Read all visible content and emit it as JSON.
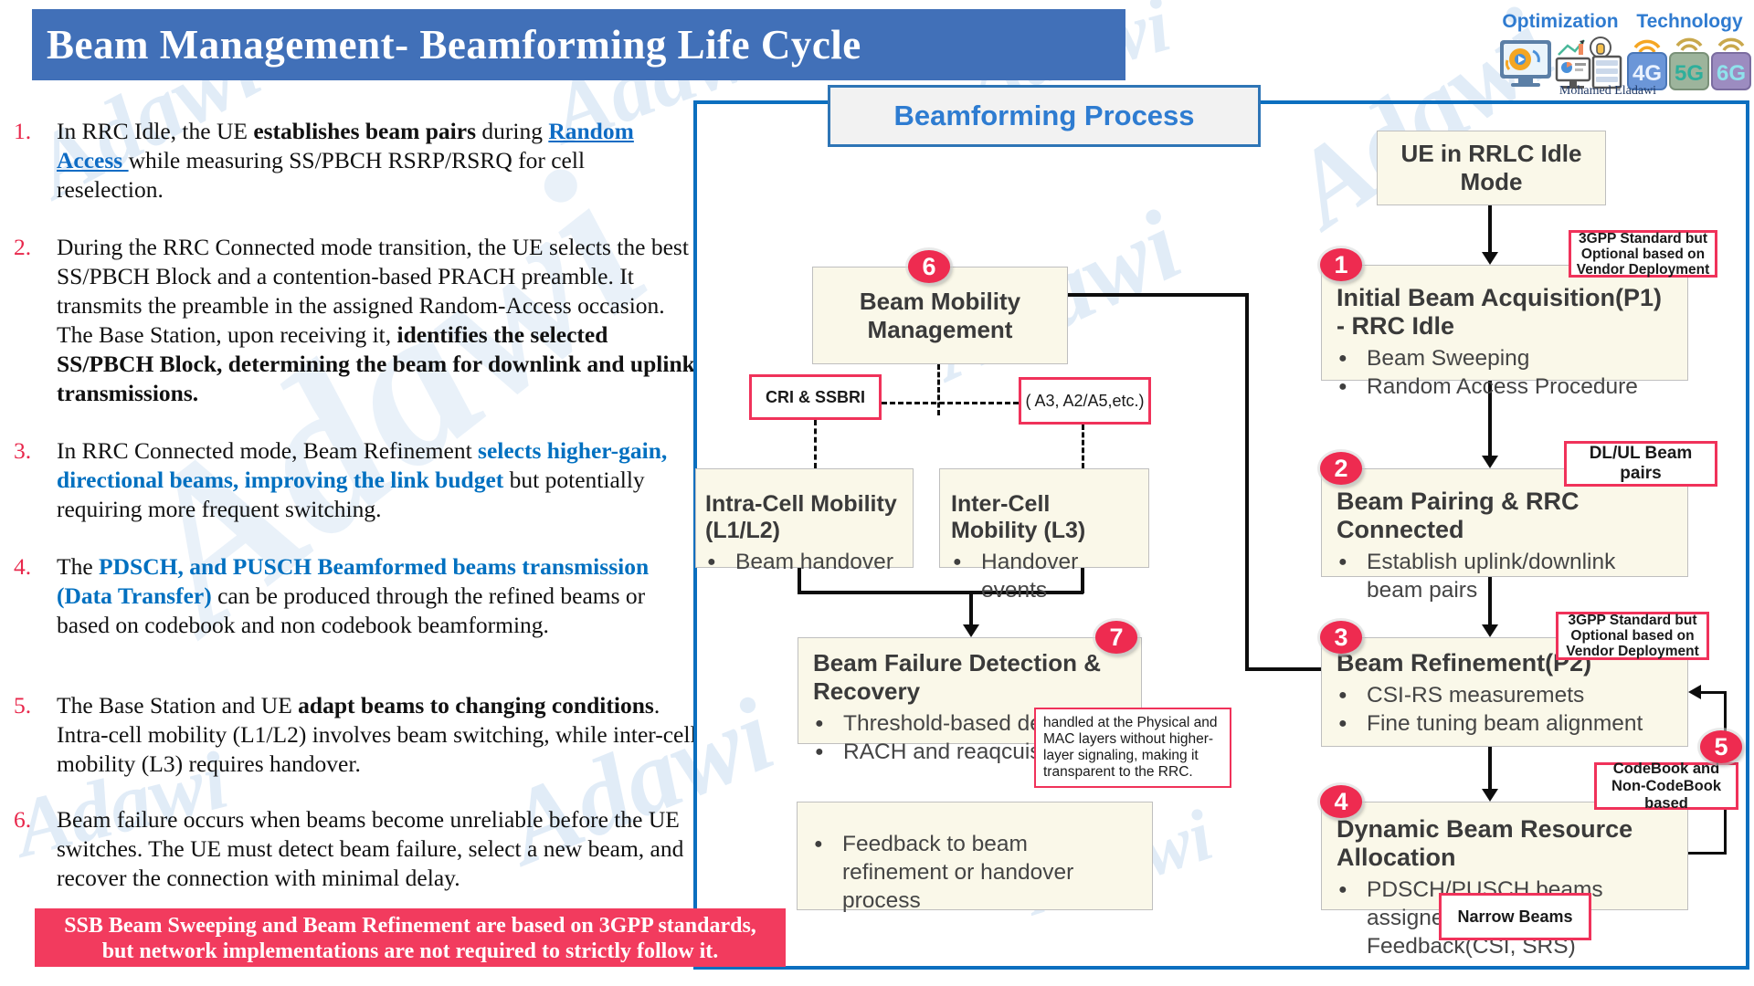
{
  "title": "Beam Management- Beamforming Life Cycle",
  "branding": {
    "optimization_label": "Optimization",
    "technology_label": "Technology",
    "author": "Mohamed Eladawi",
    "gen": [
      "4G",
      "5G",
      "6G"
    ]
  },
  "notes": {
    "items": [
      {
        "num": "1.",
        "segments": [
          {
            "t": "In RRC Idle, the UE ",
            "s": "p"
          },
          {
            "t": "establishes beam pairs",
            "s": "b"
          },
          {
            "t": " during ",
            "s": "p"
          },
          {
            "t": "Random Access ",
            "s": "link"
          },
          {
            "t": "while measuring SS/PBCH RSRP/RSRQ for cell reselection.",
            "s": "p"
          }
        ]
      },
      {
        "num": "2.",
        "segments": [
          {
            "t": "During the RRC Connected mode transition, the UE selects the best SS/PBCH Block and a contention-based PRACH preamble. It transmits the preamble in the assigned Random-Access occasion. The Base Station, upon receiving it, ",
            "s": "p"
          },
          {
            "t": "identifies the selected SS/PBCH Block, determining the beam for downlink and uplink transmissions.",
            "s": "b"
          }
        ]
      },
      {
        "num": "3.",
        "segments": [
          {
            "t": "In RRC Connected mode, Beam Refinement ",
            "s": "p"
          },
          {
            "t": "selects higher-gain, directional beams, improving the link budget",
            "s": "bb"
          },
          {
            "t": " but potentially requiring more frequent switching.",
            "s": "p"
          }
        ]
      },
      {
        "num": "4.",
        "segments": [
          {
            "t": "The ",
            "s": "p"
          },
          {
            "t": "PDSCH, and PUSCH Beamformed beams transmission (Data Transfer)",
            "s": "bb"
          },
          {
            "t": " can be produced through the refined beams or based on codebook and non codebook beamforming.",
            "s": "p"
          }
        ]
      },
      {
        "num": "5.",
        "segments": [
          {
            "t": "The Base Station and UE ",
            "s": "p"
          },
          {
            "t": "adapt beams to changing conditions",
            "s": "b"
          },
          {
            "t": ". Intra-cell mobility (L1/L2) involves beam switching, while inter-cell mobility (L3) requires handover.",
            "s": "p"
          }
        ]
      },
      {
        "num": "6.",
        "segments": [
          {
            "t": "Beam failure occurs when beams become unreliable before the UE switches. The UE must detect beam failure, select a new beam, and recover the connection with minimal delay.",
            "s": "p"
          }
        ]
      }
    ]
  },
  "banner": {
    "line1": "SSB Beam Sweeping and Beam Refinement are based on 3GPP standards,",
    "line2": "but network implementations are not required to strictly follow it."
  },
  "diagram": {
    "header": "Beamforming Process",
    "nodes": {
      "ue": {
        "title": "UE in RRLC Idle Mode"
      },
      "step1": {
        "badge": "1",
        "title": "Initial Beam Acquisition(P1) - RRC Idle",
        "bullets": [
          "Beam Sweeping",
          "Random Access Procedure"
        ]
      },
      "step2": {
        "badge": "2",
        "title": "Beam Pairing & RRC Connected",
        "bullets": [
          "Establish uplink/downlink beam pairs"
        ]
      },
      "step3": {
        "badge": "3",
        "title": "Beam Refinement(P2)",
        "bullets": [
          "CSI-RS measuremets",
          "Fine tuning beam alignment"
        ]
      },
      "step4": {
        "badge": "4",
        "title": "Dynamic Beam Resource Allocation",
        "bullets": [
          "PDSCH/PUSCH beams assigned based on UE Feedback(CSI, SRS)"
        ]
      },
      "bmm": {
        "badge": "6",
        "title": "Beam Mobility Management"
      },
      "intra": {
        "title": "Intra-Cell Mobility (L1/L2)",
        "bullets": [
          "Beam handover"
        ]
      },
      "inter": {
        "title": "Inter-Cell Mobility (L3)",
        "bullets": [
          "Handover events"
        ]
      },
      "step7": {
        "badge": "7",
        "title": "Beam Failure Detection & Recovery",
        "bullets": [
          "Threshold-based detection",
          "RACH and reaqcuisition"
        ]
      },
      "feedback": {
        "bullets": [
          "Feedback to beam refinement or handover process"
        ]
      }
    },
    "annotations": {
      "gpp1": "3GPP Standard but Optional based on Vendor Deployment",
      "dlul": "DL/UL Beam pairs",
      "gpp2": "3GPP Standard but Optional based on Vendor Deployment",
      "codebook_badge": "5",
      "codebook": "CodeBook and Non-CodeBook based",
      "narrow": "Narrow Beams",
      "cri": "CRI & SSBRI",
      "a3": "( A3, A2/A5,etc.)",
      "mac_note": "handled at the Physical and MAC layers without higher-layer signaling, making it transparent to the RRC."
    }
  },
  "watermark": {
    "text": "Adawi"
  },
  "colors": {
    "title_bar": "#4170B8",
    "accent_blue": "#0070C0",
    "link_blue": "#0F6CC4",
    "badge_red": "#EE2B50",
    "red_border": "#F0325A",
    "banner_bg": "#F23B5E",
    "node_cream": "#FAF8E9",
    "panel_border": "#0B6FBF",
    "header_blue": "#2E7CD1"
  }
}
